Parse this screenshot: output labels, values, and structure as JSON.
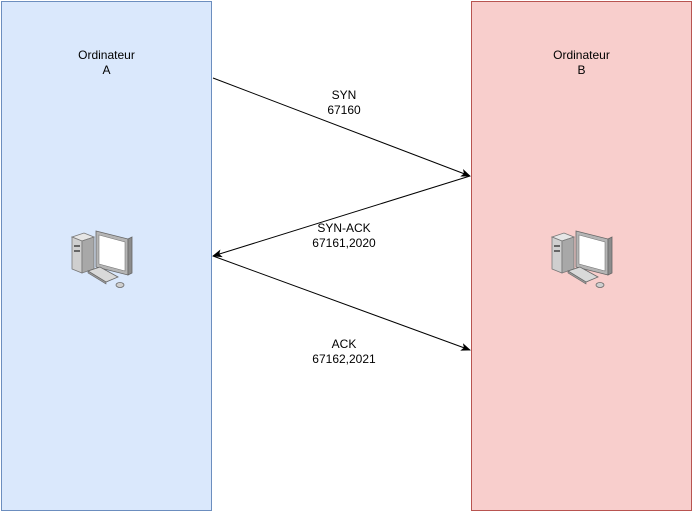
{
  "computer_a": {
    "line1": "Ordinateur",
    "line2": "A",
    "icon": "desktop-computer-icon",
    "color": "#dae8fc",
    "border": "#6c8ebf"
  },
  "computer_b": {
    "line1": "Ordinateur",
    "line2": "B",
    "icon": "desktop-computer-icon",
    "color": "#f8cecc",
    "border": "#b85450"
  },
  "messages": [
    {
      "name": "SYN",
      "numbers": "67160",
      "direction": "A→B"
    },
    {
      "name": "SYN-ACK",
      "numbers": "67161,2020",
      "direction": "B→A"
    },
    {
      "name": "ACK",
      "numbers": "67162,2021",
      "direction": "A→B"
    }
  ]
}
